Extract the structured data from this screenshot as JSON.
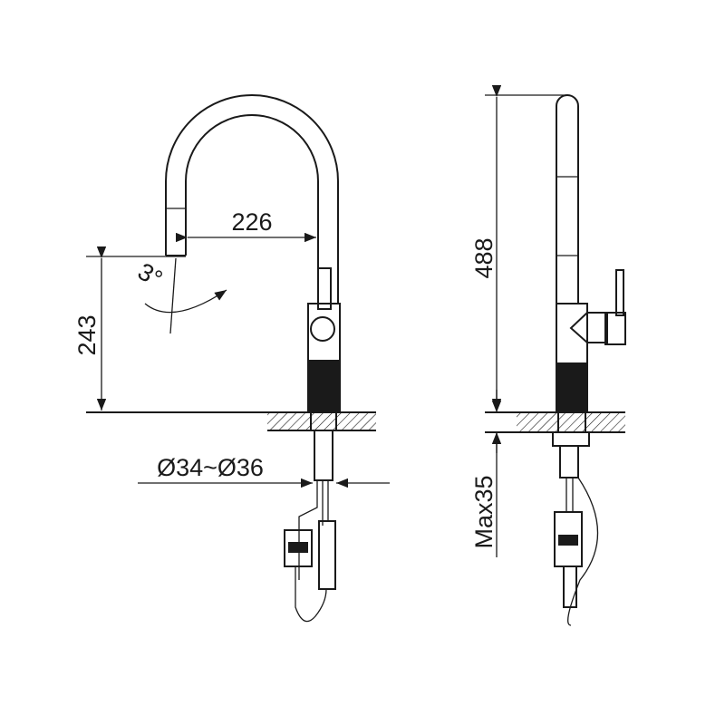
{
  "drawing": {
    "front_view": {
      "spout_reach": "226",
      "spout_height": "243",
      "spray_angle": "3°",
      "hole_diameter": "Ø34~Ø36"
    },
    "side_view": {
      "total_height": "488",
      "max_deck_thickness": "Max35"
    }
  },
  "colors": {
    "line": "#1a1a1a",
    "background": "#ffffff"
  }
}
